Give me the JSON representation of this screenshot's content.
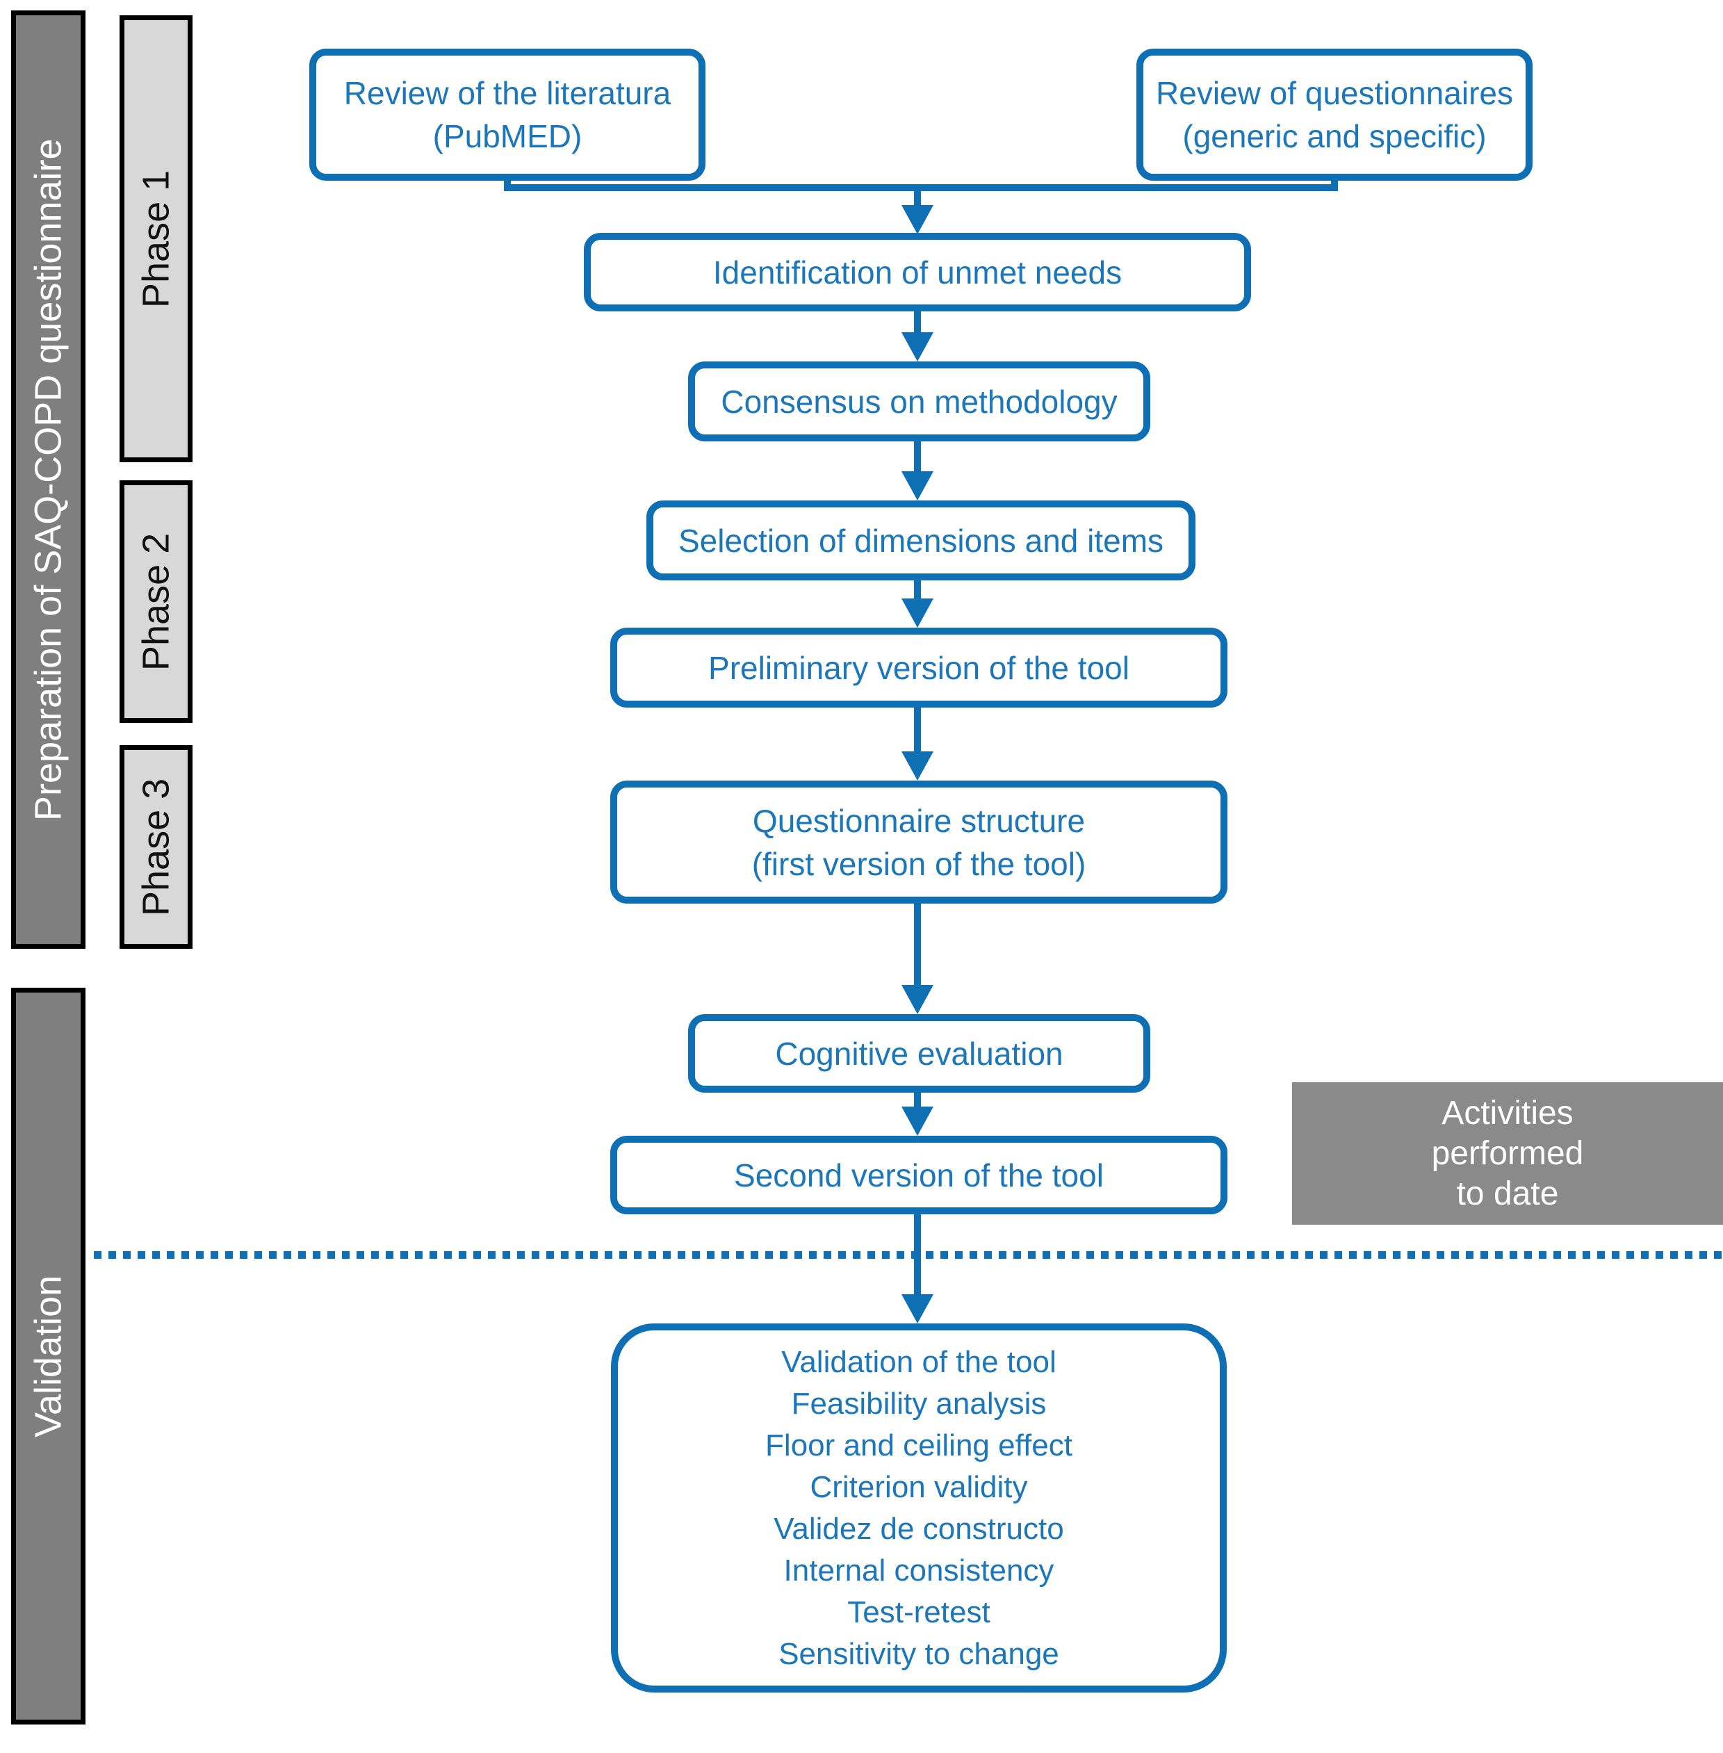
{
  "palette": {
    "blue_line": "#0F6FB4",
    "blue_text": "#1B76BA",
    "sidebar_dark_gray": "#7F7F7F",
    "sidebar_light_gray": "#D8D8D8",
    "activities_gray": "#8A8A8A"
  },
  "sidebar": {
    "preparation_label": "Preparation of SAQ-COPD questionnaire",
    "validation_label": "Validation",
    "phases": [
      {
        "label": "Phase 1"
      },
      {
        "label": "Phase 2"
      },
      {
        "label": "Phase 3"
      }
    ]
  },
  "flow": {
    "review_literature": "Review of the literatura\n(PubMED)",
    "review_questionnaires": "Review of questionnaires\n(generic and specific)",
    "identification": "Identification of unmet needs",
    "consensus": "Consensus on methodology",
    "selection": "Selection of dimensions and items",
    "preliminary": "Preliminary version of the tool",
    "questionnaire_structure": "Questionnaire structure\n(first version of the tool)",
    "cognitive": "Cognitive evaluation",
    "second_version": "Second version of the tool",
    "validation_box": "Validation of the tool\nFeasibility analysis\nFloor and ceiling effect\nCriterion validity\nValidez de constructo\nInternal consistency\nTest-retest\nSensitivity to change"
  },
  "legend": {
    "activities_label": "Activities\nperformed\nto date"
  }
}
